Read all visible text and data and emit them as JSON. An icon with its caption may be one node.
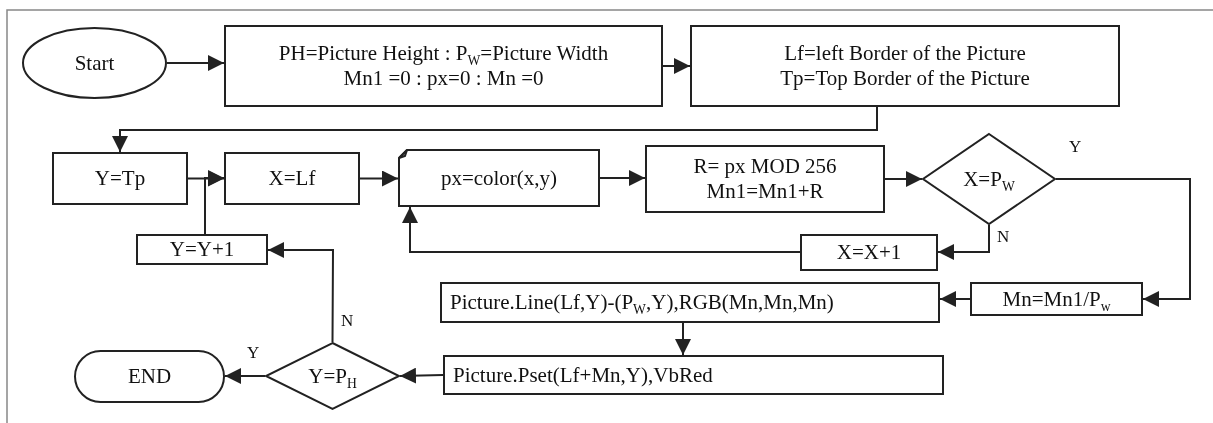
{
  "diagram": {
    "nodes": [
      {
        "text": [
          "Start"
        ]
      },
      {
        "text": [
          "PH=Picture Height : P$_{W}$=Picture Width",
          "Mn1 =0 : px=0 : Mn =0"
        ]
      },
      {
        "text": [
          "Lf=left Border of the Picture",
          "Tp=Top Border of the Picture"
        ]
      },
      {
        "text": [
          "Y=Tp"
        ]
      },
      {
        "text": [
          "X=Lf"
        ]
      },
      {
        "text": [
          "px=color(x,y)"
        ]
      },
      {
        "text": [
          "R= px MOD 256",
          "Mn1=Mn1+R"
        ]
      },
      {
        "text": [
          "X=P$_{W}$"
        ]
      },
      {
        "text": [
          "X=X+1"
        ]
      },
      {
        "text": [
          "Y=Y+1"
        ]
      },
      {
        "text": [
          "Picture.Line(Lf,Y)-(P$_{W}$,Y),RGB(Mn,Mn,Mn)"
        ]
      },
      {
        "text": [
          "Mn=Mn1/P$_{w}$"
        ]
      },
      {
        "text": [
          "Picture.Pset(Lf+Mn,Y),VbRed"
        ]
      },
      {
        "text": [
          "Y=P$_{H}$"
        ]
      },
      {
        "text": [
          "END"
        ]
      }
    ],
    "edges": [
      {
        "from": 0,
        "to": 1,
        "arrow": "to"
      },
      {
        "from": 1,
        "to": 2,
        "arrow": "to"
      },
      {
        "from": 2,
        "to": 3,
        "arrow": "to"
      },
      {
        "from": 3,
        "to": 4,
        "arrow": "to"
      },
      {
        "from": 4,
        "to": 5,
        "arrow": "to"
      },
      {
        "from": 5,
        "to": 6,
        "arrow": "to"
      },
      {
        "from": 6,
        "to": 7,
        "arrow": "to"
      },
      {
        "from": 7,
        "to": 11,
        "arrow": "to",
        "label": "Y"
      },
      {
        "from": 7,
        "to": 8,
        "arrow": "to",
        "label": "N"
      },
      {
        "from": 8,
        "to": 5,
        "arrow": "to"
      },
      {
        "from": 9,
        "to": 4,
        "arrow": "to"
      },
      {
        "from": 11,
        "to": 10,
        "arrow": "to"
      },
      {
        "from": 10,
        "to": 12,
        "arrow": "to"
      },
      {
        "from": 12,
        "to": 13,
        "arrow": "to"
      },
      {
        "from": 13,
        "to": 14,
        "arrow": "to",
        "label": "Y"
      },
      {
        "from": 13,
        "to": 9,
        "arrow": "to",
        "label": "N"
      }
    ]
  }
}
